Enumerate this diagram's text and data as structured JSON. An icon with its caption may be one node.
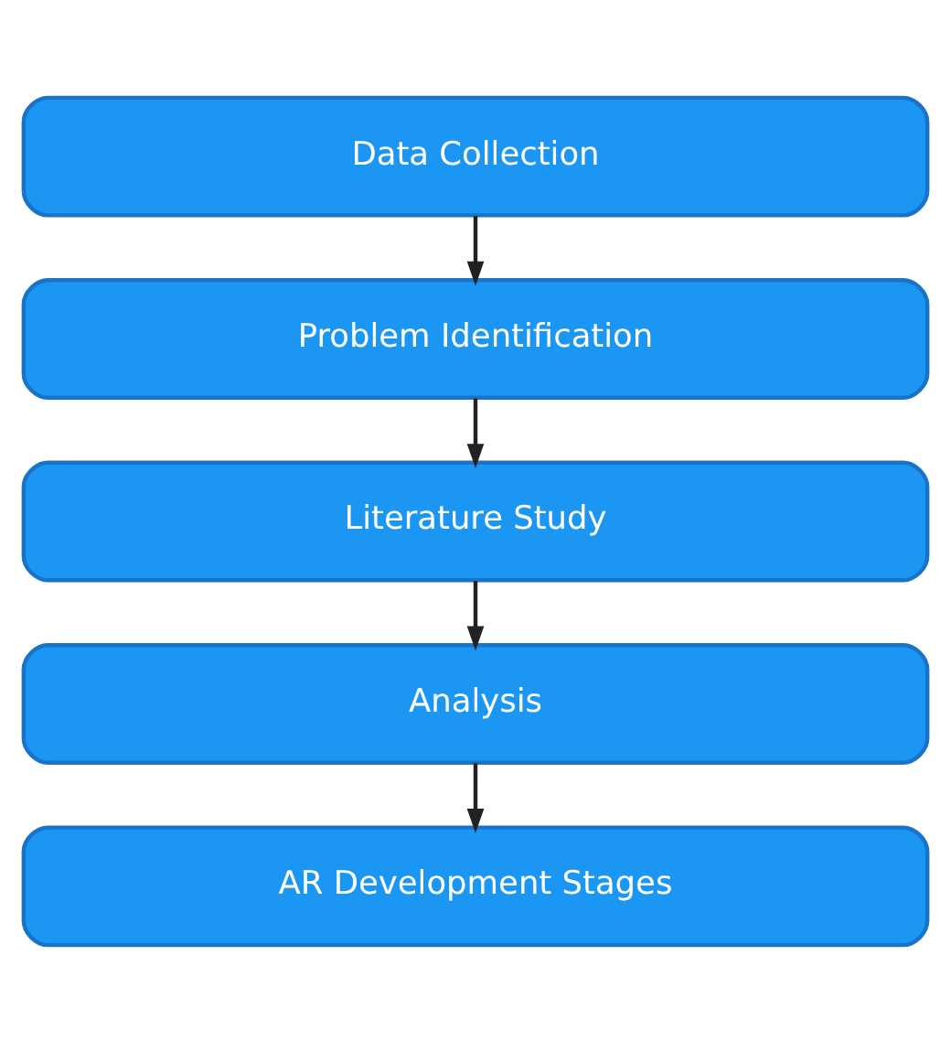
{
  "diagram": {
    "nodes": [
      {
        "text": [
          "Data Collection"
        ]
      },
      {
        "text": [
          "Problem Identification"
        ]
      },
      {
        "text": [
          "Literature Study"
        ]
      },
      {
        "text": [
          "Analysis"
        ]
      },
      {
        "text": [
          "AR Development Stages"
        ]
      }
    ],
    "edges": [
      {
        "from": 0,
        "to": 1,
        "arrow": "to"
      },
      {
        "from": 1,
        "to": 2,
        "arrow": "to"
      },
      {
        "from": 2,
        "to": 3,
        "arrow": "to"
      },
      {
        "from": 3,
        "to": 4,
        "arrow": "to"
      }
    ]
  }
}
